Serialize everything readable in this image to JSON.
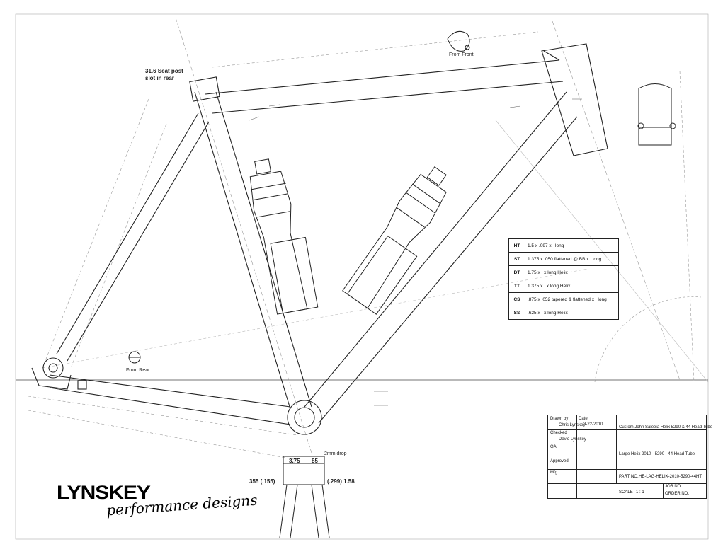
{
  "annotations": {
    "seat_post": "31.6 Seat post",
    "seat_post_slot": "slot in rear",
    "from_front": "From Front",
    "from_rear": "From Rear",
    "bb_drop": "2mm drop"
  },
  "tube_specs": [
    {
      "key": "HT",
      "desc": "1.5 x .097 x",
      "length": "long"
    },
    {
      "key": "ST",
      "desc": "1.375 x .050 flattened @ BB x",
      "length": "long"
    },
    {
      "key": "DT",
      "desc": "1.75 x",
      "length": "x long Helix"
    },
    {
      "key": "TT",
      "desc": "1.375 x",
      "length": "x long Helix"
    },
    {
      "key": "CS",
      "desc": ".875 x .052 tapered & flattened x",
      "length": "long"
    },
    {
      "key": "SS",
      "desc": ".625 x",
      "length": "x long Helix"
    }
  ],
  "title_block": {
    "drawn_by_label": "Drawn by",
    "drawn_by": "Chris Lynskey",
    "date_label": "Date",
    "date": "3-22-2010",
    "checked_label": "Checked",
    "checked_by": "David Lynskey",
    "description": "Custom John Saleeia Helix 5290 & 44 Head Tube",
    "qa_label": "QA",
    "approved_label": "Approved",
    "part_name": "Large Helix 2010 - 5290 - 44 Head Tube",
    "mfg_label": "Mfg",
    "part_no_label": "PART NO.",
    "part_no": "HE-LAG-HELIX-2010-5290-44HT",
    "job_no_label": "JOB NO.",
    "scale_label": "SCALE",
    "scale": "1 : 1",
    "order_no_label": "ORDER NO."
  },
  "bb_shell": {
    "top_left": "3.75",
    "top_right": "85",
    "left": "355 (.155)",
    "right": "(.299) 1.58"
  },
  "logo": {
    "brand": "LYNSKEY",
    "tagline": "performance designs"
  }
}
